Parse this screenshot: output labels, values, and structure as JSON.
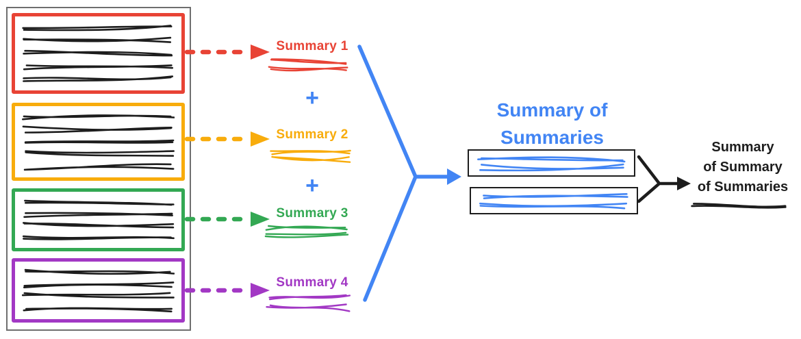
{
  "palette": {
    "red": "#E84335",
    "yellow": "#F8AC0C",
    "green": "#33A853",
    "purple": "#A238C4",
    "blue": "#4285F4",
    "ink": "#1D1D1D",
    "container_border": "#6E6E6E"
  },
  "source_document": {
    "chunks": [
      {
        "name": "chunk-1",
        "color": "red",
        "text_lines": 5
      },
      {
        "name": "chunk-2",
        "color": "yellow",
        "text_lines": 5
      },
      {
        "name": "chunk-3",
        "color": "green",
        "text_lines": 4
      },
      {
        "name": "chunk-4",
        "color": "purple",
        "text_lines": 4
      }
    ]
  },
  "chunk_summaries": [
    {
      "label": "Summary 1",
      "color": "red"
    },
    {
      "label": "Summary 2",
      "color": "yellow"
    },
    {
      "label": "Summary 3",
      "color": "green"
    },
    {
      "label": "Summary 4",
      "color": "purple"
    }
  ],
  "plus_sign": "+",
  "summary_of_summaries": {
    "title_line1": "Summary of",
    "title_line2": "Summaries",
    "boxes": 2
  },
  "final_summary": {
    "label_line1": "Summary",
    "label_line2": "of Summary",
    "label_line3": "of Summaries"
  }
}
